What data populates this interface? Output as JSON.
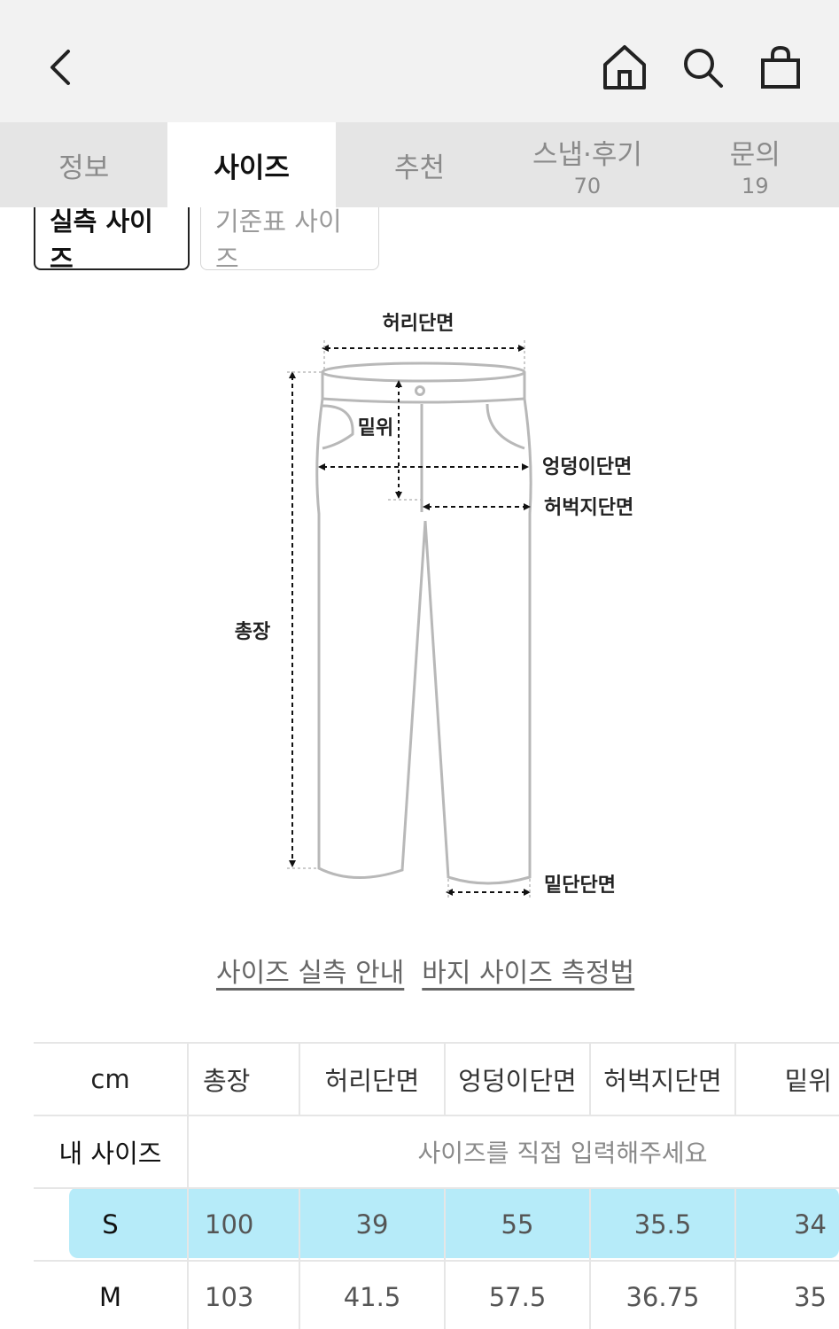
{
  "topbar": {
    "back_icon": "chevron-left-icon",
    "icons": [
      "home-icon",
      "search-icon",
      "shopping-bag-icon"
    ]
  },
  "tabs": [
    {
      "label": "정보",
      "count": ""
    },
    {
      "label": "사이즈",
      "count": ""
    },
    {
      "label": "추천",
      "count": ""
    },
    {
      "label": "스냅·후기",
      "count": "70"
    },
    {
      "label": "문의",
      "count": "19"
    }
  ],
  "size_toggle": {
    "actual": "실측 사이즈",
    "standard": "기준표 사이즈"
  },
  "diagram": {
    "waist": "허리단면",
    "rise": "밑위",
    "hip": "엉덩이단면",
    "thigh": "허벅지단면",
    "length": "총장",
    "hem": "밑단단면"
  },
  "guide_links": {
    "size_guide": "사이즈 실측 안내",
    "measure_method": "바지 사이즈 측정법"
  },
  "table": {
    "headers": [
      "cm",
      "총장",
      "허리단면",
      "엉덩이단면",
      "허벅지단면",
      "밑위"
    ],
    "my_size_label": "내 사이즈",
    "my_size_placeholder": "사이즈를 직접 입력해주세요",
    "rows": [
      {
        "size": "S",
        "values": [
          "100",
          "39",
          "55",
          "35.5",
          "34"
        ]
      },
      {
        "size": "M",
        "values": [
          "103",
          "41.5",
          "57.5",
          "36.75",
          "35"
        ]
      }
    ]
  },
  "colors": {
    "highlight": "#aee9f8",
    "topbar_bg": "#f2f2f2",
    "tabs_bg": "#e5e5e5"
  }
}
